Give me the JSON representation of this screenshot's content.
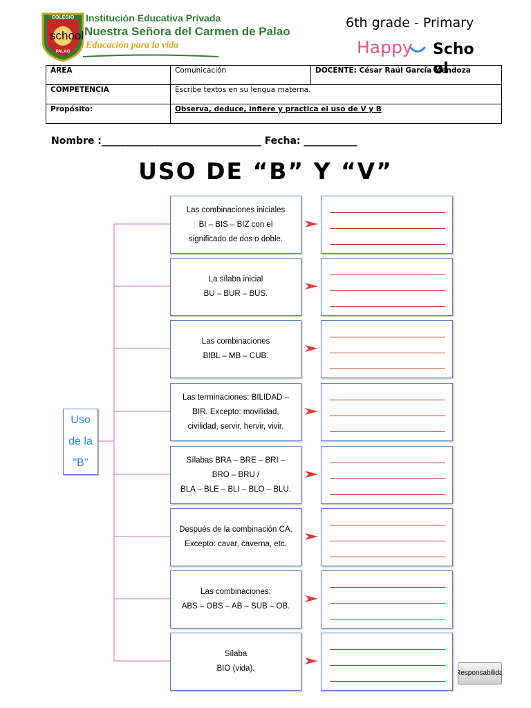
{
  "header": {
    "institution_line1": "Institución Educativa Privada",
    "institution_line2": "Nuestra Señora del Carmen de Palao",
    "motto": "Educación para la vida",
    "crest_top_text": "COLEGIO",
    "crest_bottom_text": "PALAO",
    "overlay_word": "school",
    "grade": "6th grade - Primary",
    "happy": "Happy",
    "school_word": "Scho ol",
    "brand_color": "#2e7d32",
    "happy_color": "#ee4f8b"
  },
  "info_table": {
    "area_label": "ÁREA",
    "area_value": "Comunicación",
    "docente": "DOCENTE: César Raúl García Mendoza",
    "competencia_label": "COMPETENCIA",
    "competencia_value": "Escribe textos en su lengua materna.",
    "proposito_label": "Propósito:",
    "proposito_value": "Observa, deduce, infiere y practica el uso de V y B"
  },
  "student_line": "Nombre :_________________________________ Fecha: ___________",
  "title": "USO DE “B” Y “V”",
  "diagram": {
    "root": [
      "Uso",
      "de la",
      "\"B\""
    ],
    "rules": [
      {
        "lines": [
          "Las combinaciones iniciales",
          "BI – BIS – BIZ con el",
          "significado de dos o doble."
        ]
      },
      {
        "lines": [
          "La sílaba inicial",
          "BU – BUR – BUS."
        ]
      },
      {
        "lines": [
          "Las combinaciones",
          "BIBL – MB – CUB."
        ]
      },
      {
        "lines": [
          "Las terminaciones: BILIDAD –",
          "BIR. Excepto: movilidad,",
          "civilidad, servir, hervir, vivir."
        ]
      },
      {
        "lines": [
          "Sílabas BRA – BRE – BRI –",
          "BRO – BRU /",
          "BLA – BLE – BLI – BLO – BLU."
        ]
      },
      {
        "lines": [
          "Después de la combinación CA.",
          "Excepto: cavar, caverna, etc."
        ]
      },
      {
        "lines": [
          "Las combinaciones:",
          "ABS – OBS – AB – SUB – OB."
        ]
      },
      {
        "lines": [
          "Sílaba",
          "BIO (vida)."
        ]
      }
    ]
  },
  "stamp_text": "Responsabilidad",
  "colors": {
    "connector": "#d06bb8",
    "arrow": "#e53935",
    "box_border": "#5b7fc4",
    "root_text": "#1e88e5",
    "answer_line": "#c0392b"
  }
}
